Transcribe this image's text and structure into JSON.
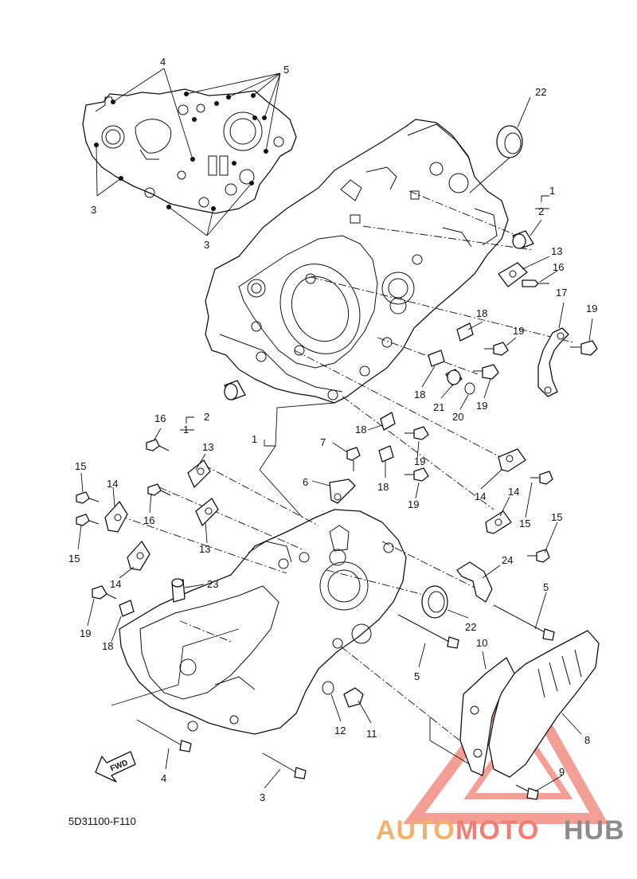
{
  "diagram": {
    "drawing_code": "5D31100-F110",
    "fwd_label": "FWD",
    "callouts": {
      "c4_top": "4",
      "c5_top": "5",
      "c3_left": "3",
      "c3_bottom": "3",
      "c22_top": "22",
      "c1_top": "1",
      "c2_top": "2",
      "c13_right": "13",
      "c16_right": "16",
      "c17": "17",
      "c19_a": "19",
      "c18_a": "18",
      "c19_b": "19",
      "c18_b": "18",
      "c21": "21",
      "c20": "20",
      "c19_c": "19",
      "c16_left": "16",
      "c2_left": "2",
      "c1_left": "1",
      "c1_mid": "1",
      "c7": "7",
      "c18_c": "18",
      "c19_d": "19",
      "c18_d": "18",
      "c6": "6",
      "c19_e": "19",
      "c13_left": "13",
      "c15_a": "15",
      "c14_a": "14",
      "c16_mid": "16",
      "c15_b": "15",
      "c13_mid": "13",
      "c14_b": "14",
      "c23": "23",
      "c19_f": "19",
      "c18_e": "18",
      "c14_c": "14",
      "c15_c": "15",
      "c14_d": "14",
      "c15_d": "15",
      "c24": "24",
      "c5_right": "5",
      "c22_bottom": "22",
      "c10": "10",
      "c5_mid": "5",
      "c8": "8",
      "c12": "12",
      "c11": "11",
      "c4_bottom": "4",
      "c3_b2": "3",
      "c9": "9"
    }
  },
  "watermark": {
    "part1": "AUTO",
    "part2": "MOTO",
    "part3": "HUB",
    "colors": {
      "amber": "#f5b06a",
      "red": "#ef7f73",
      "grey": "#8c8c8c"
    }
  }
}
